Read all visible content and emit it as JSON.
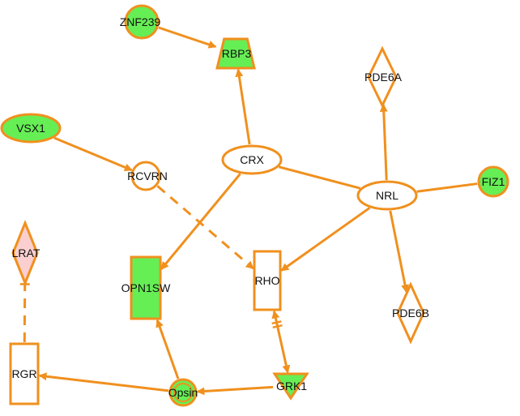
{
  "colors": {
    "edge": "#f0901e",
    "outline": "#f0901e",
    "highlight_fill": "#66ee55",
    "pink_fill": "#fbcfcf",
    "plain_fill": "#ffffff"
  },
  "nodes": [
    {
      "id": "ZNF239",
      "label": "ZNF239",
      "shape": "circle",
      "fill": "highlight"
    },
    {
      "id": "RBP3",
      "label": "RBP3",
      "shape": "trapezoid",
      "fill": "highlight"
    },
    {
      "id": "PDE6A",
      "label": "PDE6A",
      "shape": "diamond",
      "fill": "plain"
    },
    {
      "id": "VSX1",
      "label": "VSX1",
      "shape": "ellipse",
      "fill": "highlight"
    },
    {
      "id": "RCVRN",
      "label": "RCVRN",
      "shape": "circle",
      "fill": "plain"
    },
    {
      "id": "CRX",
      "label": "CRX",
      "shape": "ellipse",
      "fill": "plain"
    },
    {
      "id": "NRL",
      "label": "NRL",
      "shape": "ellipse",
      "fill": "plain"
    },
    {
      "id": "FIZ1",
      "label": "FIZ1",
      "shape": "circle",
      "fill": "highlight"
    },
    {
      "id": "LRAT",
      "label": "LRAT",
      "shape": "diamond",
      "fill": "pink"
    },
    {
      "id": "OPN1SW",
      "label": "OPN1SW",
      "shape": "rect",
      "fill": "highlight"
    },
    {
      "id": "RHO",
      "label": "RHO",
      "shape": "rect",
      "fill": "plain"
    },
    {
      "id": "PDE6B",
      "label": "PDE6B",
      "shape": "diamond",
      "fill": "plain"
    },
    {
      "id": "RGR",
      "label": "RGR",
      "shape": "rect",
      "fill": "plain"
    },
    {
      "id": "Opsin",
      "label": "Opsin",
      "shape": "double-circle",
      "fill": "highlight"
    },
    {
      "id": "GRK1",
      "label": "GRK1",
      "shape": "triangle",
      "fill": "highlight"
    }
  ],
  "edges": [
    {
      "source": "ZNF239",
      "target": "RBP3",
      "kind": "arrow"
    },
    {
      "source": "CRX",
      "target": "RBP3",
      "kind": "arrow"
    },
    {
      "source": "VSX1",
      "target": "RCVRN",
      "kind": "arrow"
    },
    {
      "source": "RCVRN",
      "target": "RHO",
      "kind": "dashed-arrow"
    },
    {
      "source": "CRX",
      "target": "NRL",
      "kind": "line"
    },
    {
      "source": "CRX",
      "target": "OPN1SW",
      "kind": "arrow"
    },
    {
      "source": "NRL",
      "target": "PDE6A",
      "kind": "arrow"
    },
    {
      "source": "FIZ1",
      "target": "NRL",
      "kind": "line"
    },
    {
      "source": "NRL",
      "target": "RHO",
      "kind": "arrow"
    },
    {
      "source": "NRL",
      "target": "PDE6B",
      "kind": "arrow"
    },
    {
      "source": "RGR",
      "target": "LRAT",
      "kind": "dashed-inhibit"
    },
    {
      "source": "Opsin",
      "target": "OPN1SW",
      "kind": "arrow"
    },
    {
      "source": "Opsin",
      "target": "RGR",
      "kind": "arrow"
    },
    {
      "source": "GRK1",
      "target": "Opsin",
      "kind": "arrow"
    },
    {
      "source": "RHO",
      "target": "GRK1",
      "kind": "bidirectional-inhibit"
    }
  ]
}
